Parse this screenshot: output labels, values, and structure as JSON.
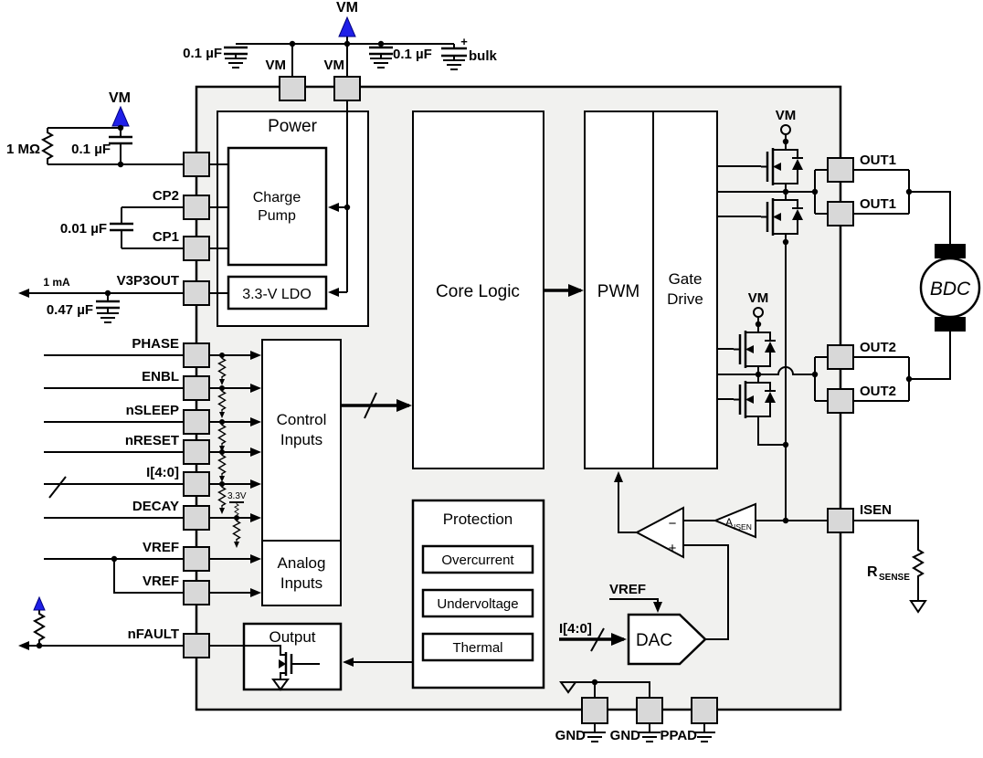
{
  "colors": {
    "accent_blue": "#1f1fe8",
    "ic_fill": "#f1f1ef",
    "pin_fill": "#d8d8d8",
    "wire": "#000000"
  },
  "top_rail": {
    "vm": "VM",
    "cap_left": "0.1 µF",
    "pin_vm_left": "VM",
    "pin_vm_right": "VM",
    "cap_right": "0.1 µF",
    "bulk_plus": "+",
    "bulk_label": "bulk"
  },
  "left_side": {
    "vm": "VM",
    "r_1m": "1 MΩ",
    "c_01": "0.1 µF",
    "cp2": "CP2",
    "c_001": "0.01 µF",
    "cp1": "CP1",
    "i_1ma": "1 mA",
    "v3p3out": "V3P3OUT",
    "c_047": "0.47 µF",
    "phase": "PHASE",
    "enbl": "ENBL",
    "nsleep": "nSLEEP",
    "nreset": "nRESET",
    "i40": "I[4:0]",
    "v33": "3.3V",
    "decay": "DECAY",
    "vref_a": "VREF",
    "vref_b": "VREF",
    "nfault": "nFAULT"
  },
  "blocks": {
    "power": "Power",
    "charge_pump_line1": "Charge",
    "charge_pump_line2": "Pump",
    "ldo": "3.3-V LDO",
    "control_line1": "Control",
    "control_line2": "Inputs",
    "analog_line1": "Analog",
    "analog_line2": "Inputs",
    "core_logic": "Core Logic",
    "pwm": "PWM",
    "gate_line1": "Gate",
    "gate_line2": "Drive",
    "protection": "Protection",
    "overcurrent": "Overcurrent",
    "undervoltage": "Undervoltage",
    "thermal": "Thermal",
    "output": "Output",
    "dac": "DAC"
  },
  "current_path": {
    "comp_minus": "−",
    "comp_plus": "+",
    "aisen_main": "A",
    "aisen_sub": "ISEN",
    "vref": "VREF",
    "i40": "I[4:0]"
  },
  "right_side": {
    "vm_bridge1": "VM",
    "vm_bridge2": "VM",
    "out1_a": "OUT1",
    "out1_b": "OUT1",
    "out2_a": "OUT2",
    "out2_b": "OUT2",
    "motor": "BDC",
    "isen": "ISEN",
    "rsense_main": "R",
    "rsense_sub": "SENSE"
  },
  "bottom_pins": {
    "gnd1": "GND",
    "gnd2": "GND",
    "ppad": "PPAD"
  }
}
